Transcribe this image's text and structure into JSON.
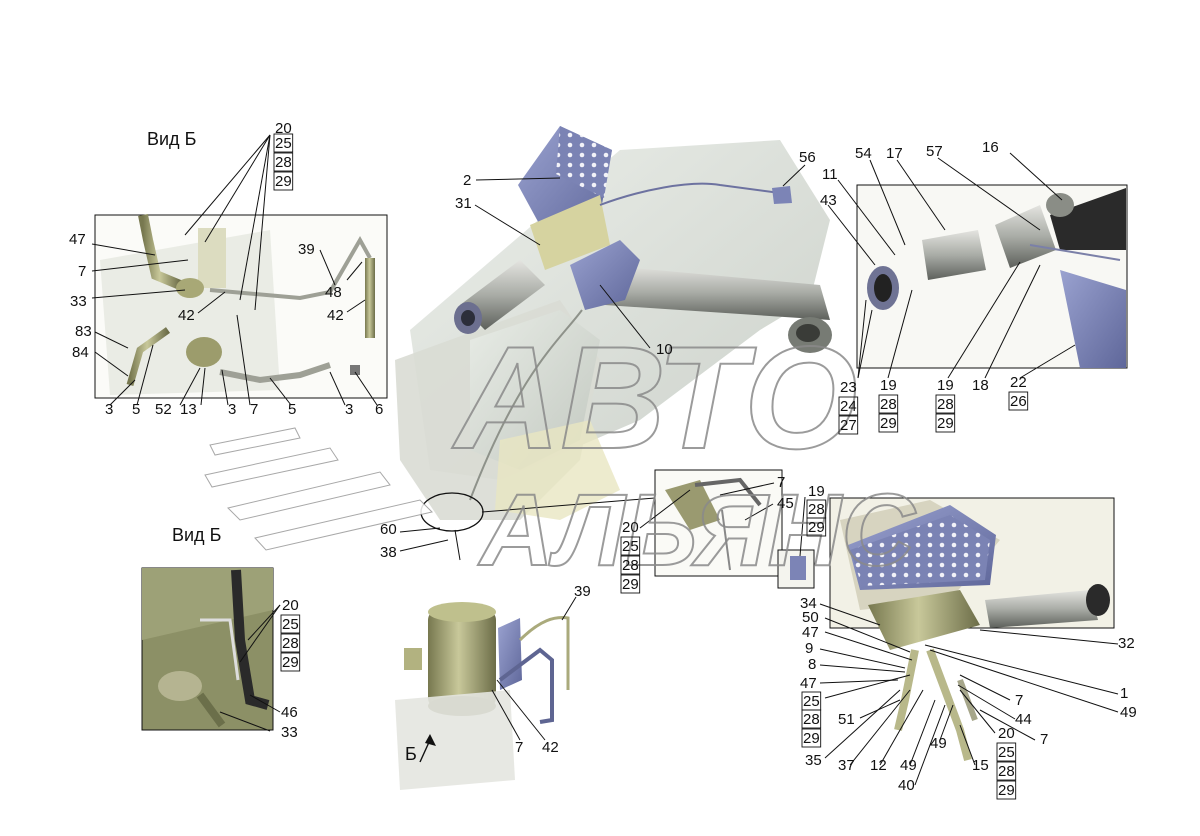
{
  "view_labels": [
    "Вид Б",
    "Вид Б",
    "Б"
  ],
  "watermark": [
    "АВТО",
    "АЛЬЯНС"
  ],
  "colors": {
    "part_blue": "#8088b8",
    "part_gray": "#c9cfca",
    "part_yellow": "#ece8c0",
    "olive": "#a8a878",
    "watermark": "#ffffff"
  },
  "callouts": {
    "c1": "20",
    "c2": "25",
    "c3": "28",
    "c4": "29",
    "c5": "47",
    "c6": "7",
    "c7": "39",
    "c8": "48",
    "c9": "42",
    "c10": "33",
    "c11": "42",
    "c12": "83",
    "c13": "84",
    "c14": "3",
    "c15": "5",
    "c16": "52",
    "c17": "13",
    "c18": "3",
    "c19": "7",
    "c20": "5",
    "c21": "3",
    "c22": "6",
    "c23": "2",
    "c24": "31",
    "c25": "10",
    "c26": "56",
    "c27": "54",
    "c28": "17",
    "c29": "57",
    "c30": "16",
    "c31": "11",
    "c32": "43",
    "c33": "23",
    "c34": "24",
    "c35": "27",
    "c36": "19",
    "c37": "28",
    "c38": "29",
    "c39": "19",
    "c40": "28",
    "c41": "29",
    "c42": "18",
    "c43": "22",
    "c44": "26",
    "c45": "20",
    "c46": "25",
    "c47": "28",
    "c48": "29",
    "c49": "46",
    "c50": "33",
    "c51": "60",
    "c52": "38",
    "c53": "39",
    "c54": "7",
    "c55": "42",
    "c56": "7",
    "c57": "45",
    "c58": "20",
    "c59": "25",
    "c60": "28",
    "c61": "29",
    "c62": "19",
    "c63": "28",
    "c64": "29",
    "c65": "34",
    "c66": "50",
    "c67": "47",
    "c68": "9",
    "c69": "8",
    "c70": "47",
    "c71": "25",
    "c72": "28",
    "c73": "29",
    "c74": "51",
    "c75": "35",
    "c76": "37",
    "c77": "12",
    "c78": "49",
    "c79": "40",
    "c80": "49",
    "c81": "32",
    "c82": "1",
    "c83": "49",
    "c84": "7",
    "c85": "44",
    "c86": "20",
    "c87": "7",
    "c88": "25",
    "c89": "28",
    "c90": "29",
    "c91": "15"
  }
}
